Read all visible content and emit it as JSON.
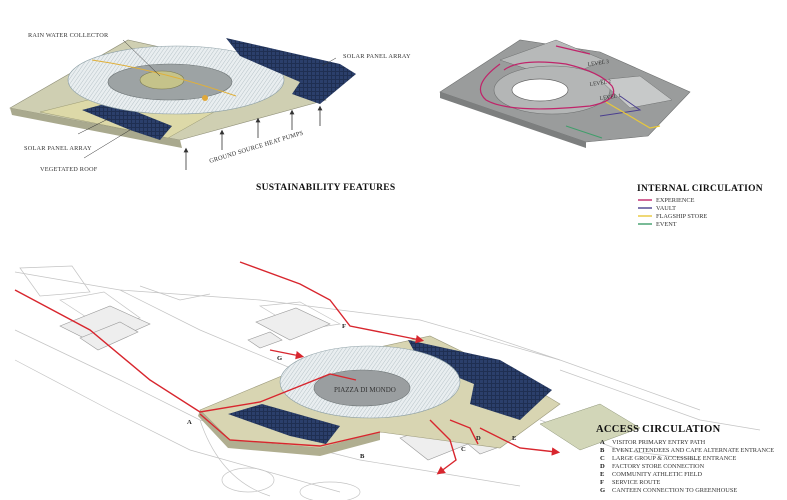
{
  "sustainability": {
    "title": "SUSTAINABILITY FEATURES",
    "labels": {
      "rain_water_collector": "RAIN WATER COLLECTOR",
      "solar_panel_array_top": "SOLAR PANEL ARRAY",
      "solar_panel_array_left": "SOLAR PANEL ARRAY",
      "vegetated_roof": "VEGETATED ROOF",
      "ground_source_heat_pumps": "GROUND SOURCE HEAT PUMPS"
    }
  },
  "internal": {
    "title": "INTERNAL CIRCULATION",
    "levels": [
      "LEVEL 3",
      "LEVEL 2",
      "LEVEL 1"
    ],
    "legend": [
      {
        "label": "EXPERIENCE",
        "color": "#c0246a"
      },
      {
        "label": "VAULT",
        "color": "#4b3f8f"
      },
      {
        "label": "FLAGSHIP STORE",
        "color": "#e8c83a"
      },
      {
        "label": "EVENT",
        "color": "#3f9e6a"
      }
    ]
  },
  "access": {
    "title": "ACCESS CIRCULATION",
    "plaza_label": "PIAZZA DI MONDO",
    "legend": [
      {
        "letter": "A",
        "label": "VISITOR PRIMARY ENTRY PATH"
      },
      {
        "letter": "B",
        "label": "EVENT ATTENDEES AND CAFE ALTERNATE ENTRANCE"
      },
      {
        "letter": "C",
        "label": "LARGE GROUP & ACCESSIBLE ENTRANCE"
      },
      {
        "letter": "D",
        "label": "FACTORY STORE CONNECTION"
      },
      {
        "letter": "E",
        "label": "COMMUNITY ATHLETIC FIELD"
      },
      {
        "letter": "F",
        "label": "SERVICE ROUTE"
      },
      {
        "letter": "G",
        "label": "CANTEEN CONNECTION TO GREENHOUSE"
      }
    ],
    "path_color": "#d8262e"
  }
}
